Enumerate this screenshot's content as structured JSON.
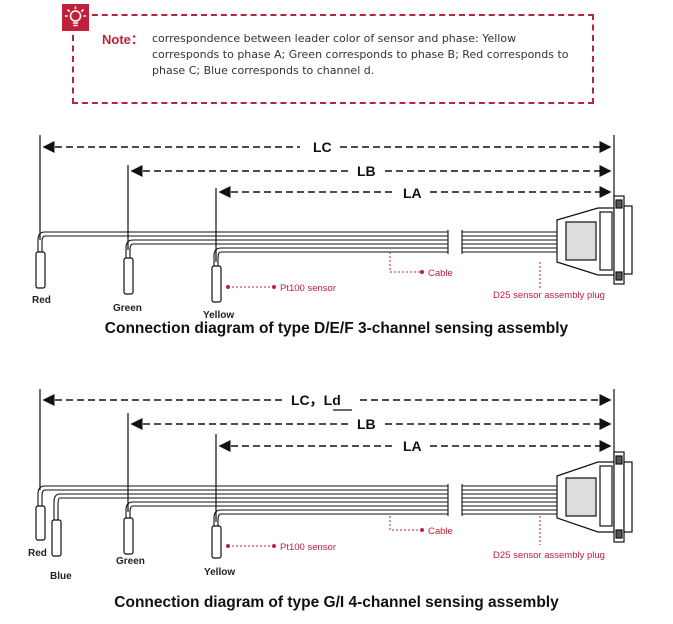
{
  "note": {
    "label": "Note：",
    "text": "correspondence between leader color of sensor and phase: Yellow corresponds to phase A; Green corresponds to phase B; Red corresponds to phase C; Blue corresponds to channel d."
  },
  "diagram1": {
    "dims": [
      "LC",
      "LB",
      "LA"
    ],
    "leads": [
      "Red",
      "Green",
      "Yellow"
    ],
    "annotations": {
      "sensor": "Pt100 sensor",
      "cable": "Cable",
      "plug": "D25 sensor assembly plug"
    },
    "title": "Connection diagram of type D/E/F 3-channel sensing assembly"
  },
  "diagram2": {
    "dims": [
      "LC，Ld",
      "LB",
      "LA"
    ],
    "leads": [
      "Red",
      "Blue",
      "Green",
      "Yellow"
    ],
    "annotations": {
      "sensor": "Pt100 sensor",
      "cable": "Cable",
      "plug": "D25 sensor assembly plug"
    },
    "title": "Connection diagram of type G/I 4-channel sensing assembly"
  },
  "colors": {
    "accent": "#c0203a",
    "line": "#111111"
  }
}
